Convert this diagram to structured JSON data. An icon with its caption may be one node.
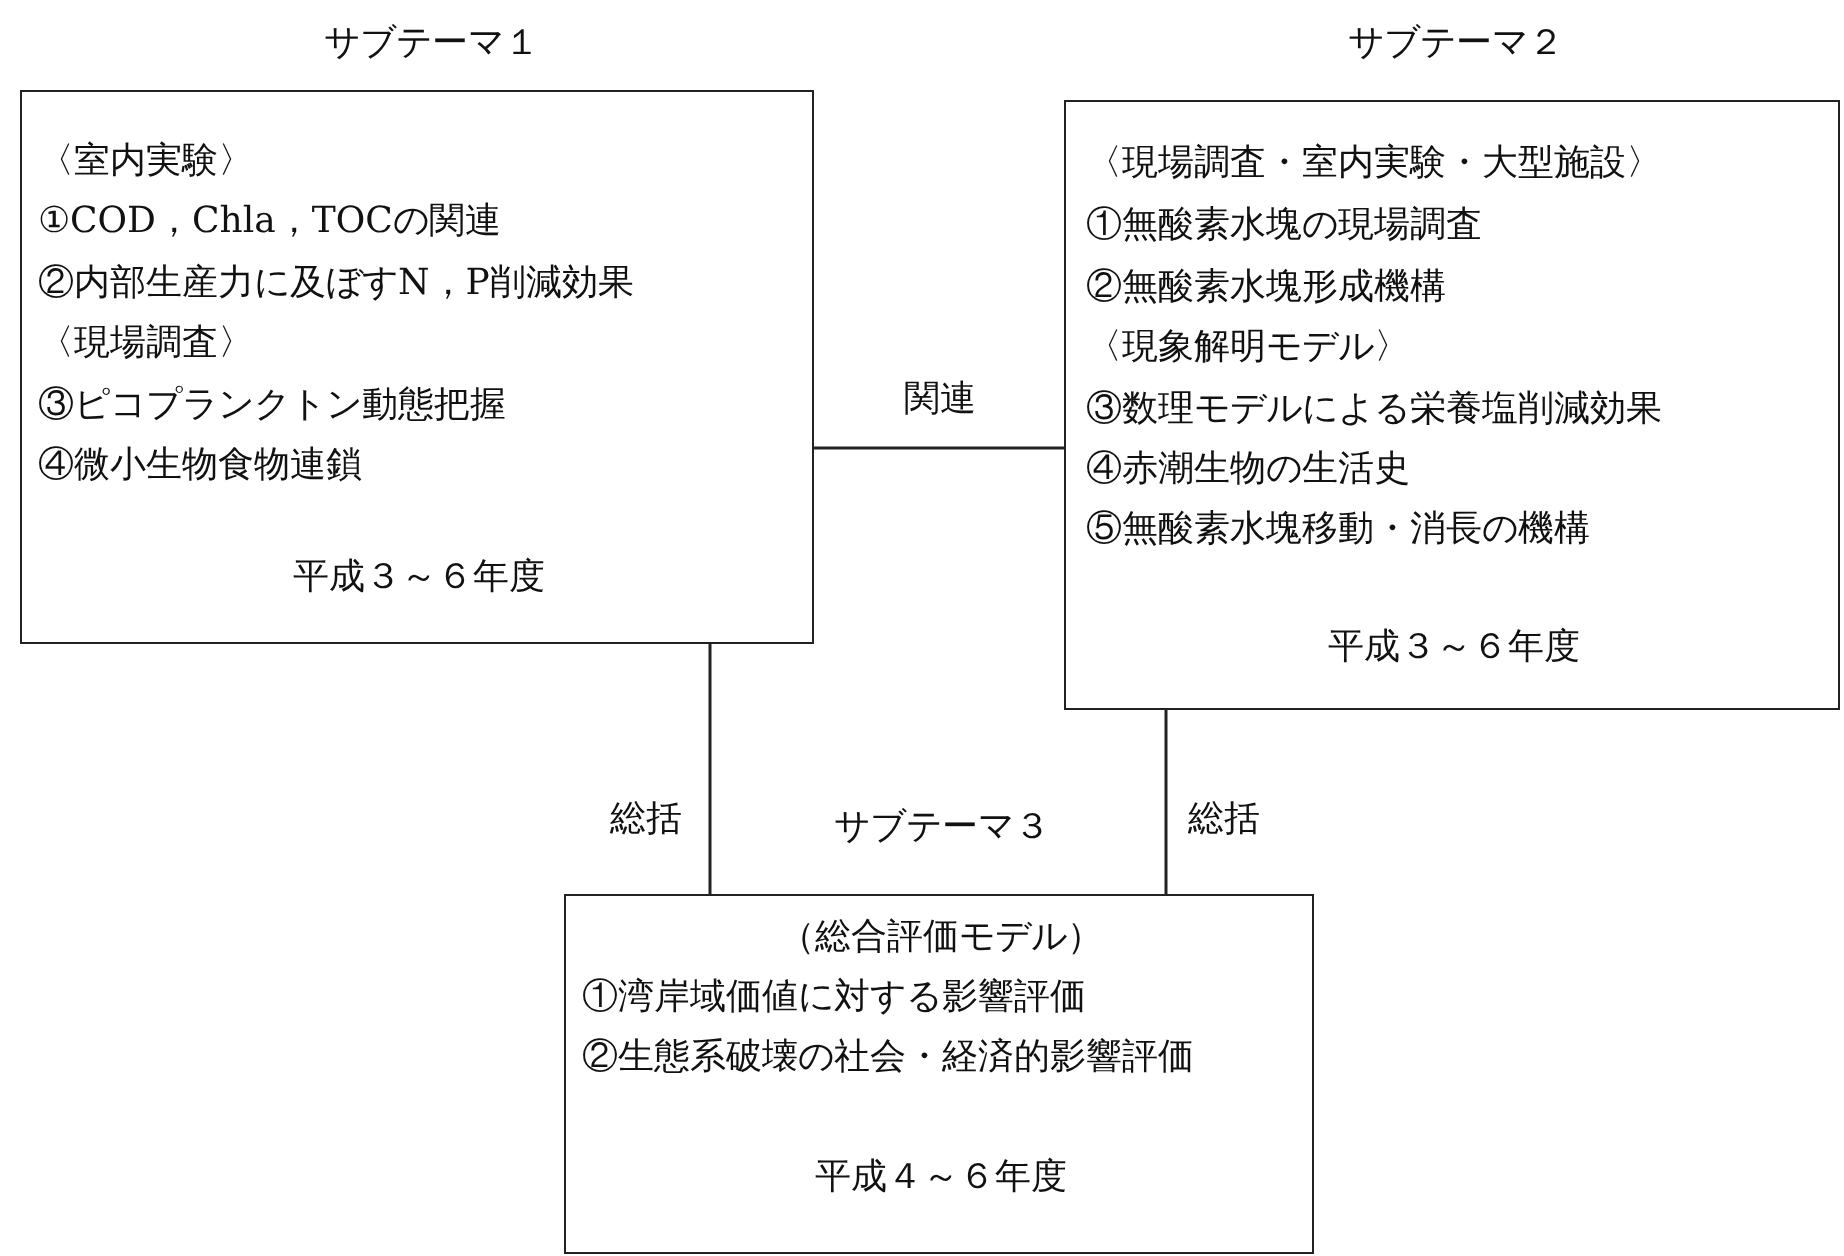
{
  "diagram": {
    "nodes": [
      {
        "text": [
          "サブテーマ１",
          "〈室内実験〉",
          "①COD，Chla，TOCの関連",
          "②内部生産力に及ぼすN，P削減効果",
          "〈現場調査〉",
          "③ピコプランクトン動態把握",
          "④微小生物食物連鎖",
          "平成３～６年度"
        ]
      },
      {
        "text": [
          "サブテーマ２",
          "〈現場調査・室内実験・大型施設〉",
          "①無酸素水塊の現場調査",
          "②無酸素水塊形成機構",
          "〈現象解明モデル〉",
          "③数理モデルによる栄養塩削減効果",
          "④赤潮生物の生活史",
          "⑤無酸素水塊移動・消長の機構",
          "平成３～６年度"
        ]
      },
      {
        "text": [
          "サブテーマ３",
          "（総合評価モデル）",
          "①湾岸域価値に対する影響評価",
          "②生態系破壊の社会・経済的影響評価",
          "平成４～６年度"
        ]
      }
    ],
    "edges": [
      {
        "from": 0,
        "to": 1,
        "arrow": "none",
        "label": "関連"
      },
      {
        "from": 0,
        "to": 2,
        "arrow": "none",
        "label": "総括"
      },
      {
        "from": 1,
        "to": 2,
        "arrow": "none",
        "label": "総括"
      }
    ]
  }
}
